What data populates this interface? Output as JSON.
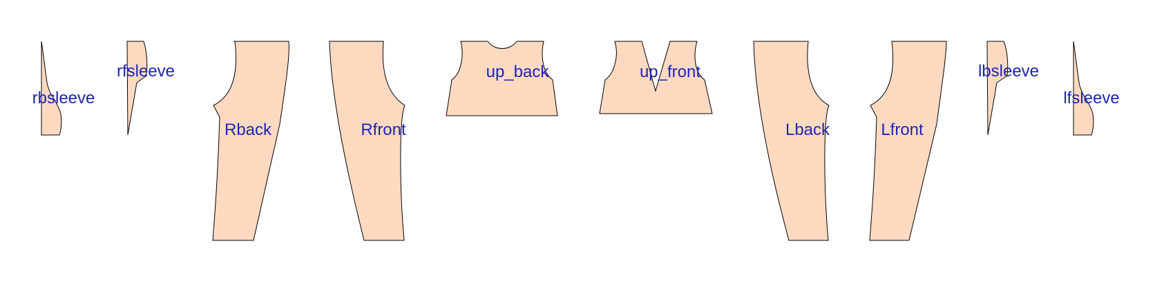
{
  "style": {
    "fill": "#FFDAC1",
    "stroke": "#000000",
    "label_color": "#1D24B4",
    "background": "#FFFFFF"
  },
  "pieces": [
    {
      "id": "rbsleeve",
      "label": "rbsleeve"
    },
    {
      "id": "rfsleeve",
      "label": "rfsleeve"
    },
    {
      "id": "Rback",
      "label": "Rback"
    },
    {
      "id": "Rfront",
      "label": "Rfront"
    },
    {
      "id": "up_back",
      "label": "up_back"
    },
    {
      "id": "up_front",
      "label": "up_front"
    },
    {
      "id": "Lback",
      "label": "Lback"
    },
    {
      "id": "Lfront",
      "label": "Lfront"
    },
    {
      "id": "lbsleeve",
      "label": "lbsleeve"
    },
    {
      "id": "lfsleeve",
      "label": "lfsleeve"
    }
  ]
}
